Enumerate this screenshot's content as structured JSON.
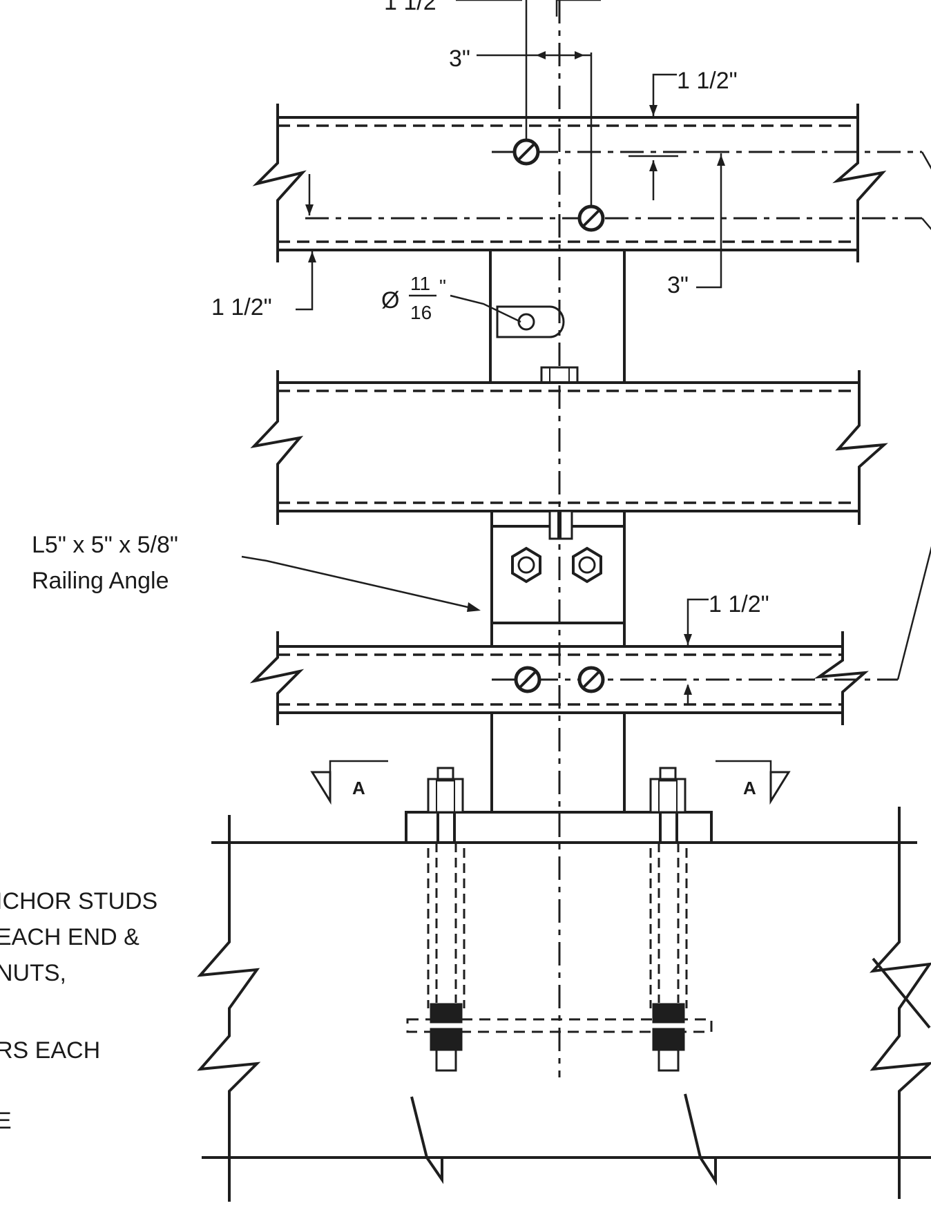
{
  "dimensions": {
    "top_partial": "1 1/2\"",
    "top_spacing": "3\"",
    "rail1_edge": "1 1/2\"",
    "left_edge": "1 1/2\"",
    "right_spacing": "3\"",
    "hole_prefix": "Ø",
    "hole_num": "11",
    "hole_den": "16",
    "hole_unit": "\"",
    "rail3_edge": "1 1/2\""
  },
  "callouts": {
    "angle_line1": "L5\" x 5\" x 5/8\"",
    "angle_line2": "Railing Angle"
  },
  "section_marks": {
    "left": "A",
    "right": "A"
  },
  "notes": {
    "line1": "ICHOR STUDS",
    "line2": "EACH END &",
    "line3": "NUTS,",
    "line4": "RS EACH",
    "line5": "E"
  }
}
